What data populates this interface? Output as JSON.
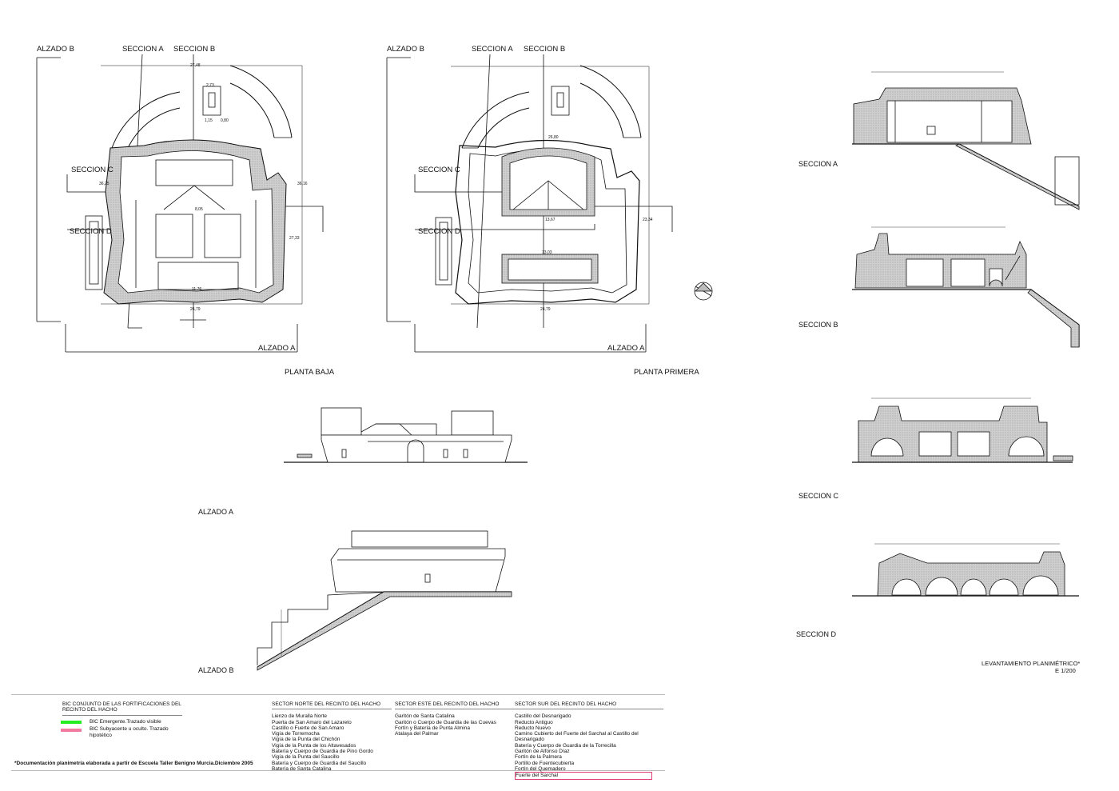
{
  "labels": {
    "alzado_b_1": "ALZADO B",
    "seccion_a_1": "SECCION A",
    "seccion_b_1": "SECCION B",
    "seccion_c_1": "SECCION C",
    "seccion_d_1": "SECCION D",
    "alzado_a_1": "ALZADO A",
    "planta_baja": "PLANTA BAJA",
    "alzado_b_2": "ALZADO B",
    "seccion_a_2": "SECCION A",
    "seccion_b_2": "SECCION B",
    "seccion_c_2": "SECCION C",
    "seccion_d_2": "SECCION D",
    "alzado_a_2": "ALZADO A",
    "planta_primera": "PLANTA PRIMERA",
    "sec_a_title": "SECCION A",
    "sec_b_title": "SECCION B",
    "sec_c_title": "SECCION C",
    "sec_d_title": "SECCION D",
    "alzado_a_title": "ALZADO A",
    "alzado_b_title": "ALZADO B",
    "levantamiento": "LEVANTAMIENTO PLANIMÉTRICO*",
    "escala": "E 1/200"
  },
  "dimensions": {
    "pb_top": "27,48",
    "pb_bottom": "26,79",
    "pb_bottom2": "11,76",
    "pb_left": "36,25",
    "pb_right": "36,16",
    "pb_right2": "27,33",
    "pb_small1": "2,73",
    "pb_small2": "1,15",
    "pb_small3": "0,80",
    "pb_inner1": "8,05",
    "pp_top": "26,80",
    "pp_bottom": "24,79",
    "pp_inner": "13,67",
    "pp_inner2": "13,03",
    "pp_right": "23,34"
  },
  "legend": {
    "title": "BIC CONJUNTO DE LAS FORTIFICACIONES DEL RECINTO DEL HACHO",
    "green_label": "BIC Emergente.Trazado visible",
    "pink_label": "BIC Subyacente u oculto. Trazado hipotético",
    "green_color": "#22ee22",
    "pink_color": "#f07aa0",
    "footnote": "*Documentación planimetría elaborada a partir de Escuela Taller Benigno Murcia.Diciembre 2005",
    "norte": {
      "heading": "SECTOR NORTE DEL RECINTO DEL HACHO",
      "items": [
        "Lienzo de Muralla Norte",
        "Puerta de San Amaro del Lazareto",
        "Castillo o Fuerte de San Amaro",
        "Vigía de Torremocha",
        "Vigía de la Punta del Chichón",
        "Vigía de la Punta de los Altavesados",
        "Batería y Cuerpo de Guardia de Pino Gordo",
        "Vigía de la Punta del Saucillo",
        "Batería y Cuerpo de Guardia del Saucillo",
        "Batería de Santa Catalina"
      ]
    },
    "este": {
      "heading": "SECTOR ESTE DEL RECINTO DEL HACHO",
      "items": [
        "Garitón de Santa Catalina",
        "Garitón o Cuerpo de Guardia de las Cuevas",
        "Fortín y Batería de Punta Almina",
        "Atalaya del Palmar"
      ]
    },
    "sur": {
      "heading": "SECTOR SUR DEL RECINTO DEL HACHO",
      "items": [
        "Castillo del Desnarigado",
        "Reducto Antiguo",
        "Reducto Nuevo",
        "Camino Cubierto del Fuerte del Sarchal al Castillo del Desnarigado",
        "Batería y Cuerpo de Guardia de la Torrecilla",
        "Garitón de Alfonso Díaz",
        "Fortín de la Palmera",
        "Portillo de Fuentecubierta",
        "Fortín del Quemadero"
      ],
      "highlighted": "Fuerte del Sarchal"
    }
  }
}
